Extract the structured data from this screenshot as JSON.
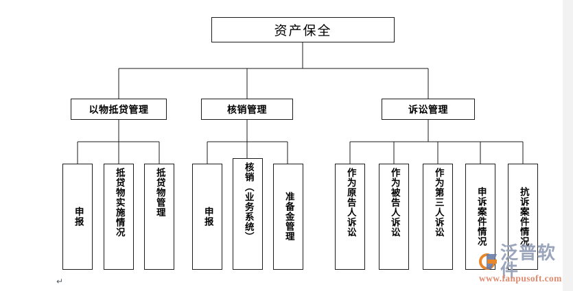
{
  "page": {
    "paragraph_mark": "↵",
    "background_color": "#ffffff",
    "margin_color": "#f2f2f2",
    "line_color": "#1a1a1a"
  },
  "chart_data": {
    "type": "diagram",
    "subtype": "org-chart-tree",
    "title": "资产保全",
    "orientation": "top-down",
    "levels": 3,
    "nodes": [
      {
        "id": "root",
        "label": "资产保全",
        "level": 1,
        "parent": null,
        "text_direction": "horizontal"
      },
      {
        "id": "g1",
        "label": "以物抵贷管理",
        "level": 2,
        "parent": "root",
        "text_direction": "horizontal"
      },
      {
        "id": "g2",
        "label": "核销管理",
        "level": 2,
        "parent": "root",
        "text_direction": "horizontal"
      },
      {
        "id": "g3",
        "label": "诉讼管理",
        "level": 2,
        "parent": "root",
        "text_direction": "horizontal"
      },
      {
        "id": "g1c1",
        "label": "申报",
        "level": 3,
        "parent": "g1",
        "text_direction": "vertical"
      },
      {
        "id": "g1c2",
        "label": "抵贷物实施情况",
        "level": 3,
        "parent": "g1",
        "text_direction": "vertical"
      },
      {
        "id": "g1c3",
        "label": "抵贷物管理",
        "level": 3,
        "parent": "g1",
        "text_direction": "vertical"
      },
      {
        "id": "g2c1",
        "label": "申报",
        "level": 3,
        "parent": "g2",
        "text_direction": "vertical"
      },
      {
        "id": "g2c2",
        "label": "核销（业务系统）",
        "level": 3,
        "parent": "g2",
        "text_direction": "vertical"
      },
      {
        "id": "g2c3",
        "label": "准备金管理",
        "level": 3,
        "parent": "g2",
        "text_direction": "vertical"
      },
      {
        "id": "g3c1",
        "label": "作为原告人诉讼",
        "level": 3,
        "parent": "g3",
        "text_direction": "vertical"
      },
      {
        "id": "g3c2",
        "label": "作为被告人诉讼",
        "level": 3,
        "parent": "g3",
        "text_direction": "vertical"
      },
      {
        "id": "g3c3",
        "label": "作为第三人诉讼",
        "level": 3,
        "parent": "g3",
        "text_direction": "vertical"
      },
      {
        "id": "g3c4",
        "label": "申诉案件情况",
        "level": 3,
        "parent": "g3",
        "text_direction": "vertical"
      },
      {
        "id": "g3c5",
        "label": "抗诉案件情况",
        "level": 3,
        "parent": "g3",
        "text_direction": "vertical"
      }
    ]
  },
  "watermark": {
    "brand": "泛普软件",
    "url": "www.fanpusoft.com",
    "brand_color": "#9aa4bb",
    "url_color": "#dd8a6e",
    "logo_orange": "#e8862a",
    "logo_blue": "#6d7fa8"
  }
}
